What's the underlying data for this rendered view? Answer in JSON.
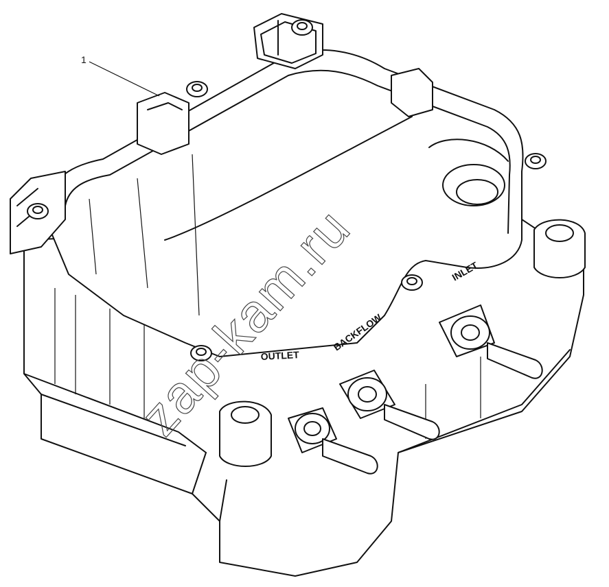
{
  "callouts": [
    {
      "id": "1",
      "text": "1"
    }
  ],
  "port_labels": {
    "outlet": "OUTLET",
    "backflow": "BACKFLOW",
    "inlet": "INLET"
  },
  "watermark": "zap-kam.ru"
}
